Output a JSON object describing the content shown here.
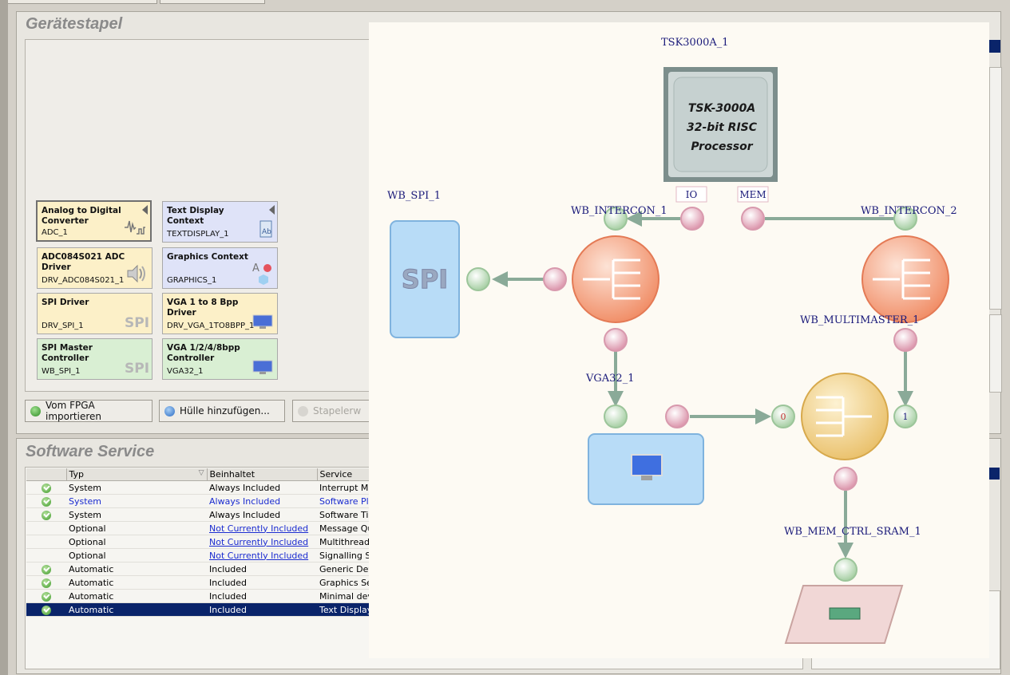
{
  "tabs": [
    "",
    ""
  ],
  "top_panel": {
    "title": "Gerätestapel",
    "tiles": [
      {
        "title": "Analog to Digital Converter",
        "id": "ADC_1",
        "icon": "waveform-icon"
      },
      {
        "title": "Text Display Context",
        "id": "TEXTDISPLAY_1",
        "icon": "text-document-icon"
      },
      {
        "title": "ADC084S021 ADC Driver",
        "id": "DRV_ADC084S021_1",
        "icon": "speaker-icon"
      },
      {
        "title": "Graphics Context",
        "id": "GRAPHICS_1",
        "icon": "shapes-icon"
      },
      {
        "title": "SPI Driver",
        "id": "DRV_SPI_1",
        "icon": "spi-icon"
      },
      {
        "title": "VGA 1 to 8 Bpp Driver",
        "id": "DRV_VGA_1TO8BPP_1",
        "icon": "monitor-icon"
      },
      {
        "title": "SPI Master Controller",
        "id": "WB_SPI_1",
        "icon": "spi-icon"
      },
      {
        "title": "VGA 1/2/4/8bpp Controller",
        "id": "VGA32_1",
        "icon": "monitor-icon"
      }
    ],
    "buttons": {
      "import": "Vom FPGA importieren",
      "add_shell": "Hülle hinzufügen...",
      "extend": "Stapelerw"
    }
  },
  "bottom_panel": {
    "title": "Software Service",
    "columns": [
      "",
      "Typ",
      "Beinhaltet",
      "Service"
    ],
    "rows": [
      {
        "check": true,
        "typ": "System",
        "beinhaltet": "Always Included",
        "service": "Interrupt Ma",
        "link": false,
        "style": "normal"
      },
      {
        "check": true,
        "typ": "System",
        "beinhaltet": "Always Included",
        "service": "Software Pla",
        "link": false,
        "style": "blue"
      },
      {
        "check": true,
        "typ": "System",
        "beinhaltet": "Always Included",
        "service": "Software Tin",
        "link": false,
        "style": "normal"
      },
      {
        "check": false,
        "typ": "Optional",
        "beinhaltet": "Not Currently Included",
        "service": "Message Qu",
        "link": true,
        "style": "normal"
      },
      {
        "check": false,
        "typ": "Optional",
        "beinhaltet": "Not Currently Included",
        "service": "Multithreadin",
        "link": true,
        "style": "normal"
      },
      {
        "check": false,
        "typ": "Optional",
        "beinhaltet": "Not Currently Included",
        "service": "Signalling Su",
        "link": true,
        "style": "normal"
      },
      {
        "check": true,
        "typ": "Automatic",
        "beinhaltet": "Included",
        "service": "Generic Devi",
        "link": false,
        "style": "normal"
      },
      {
        "check": true,
        "typ": "Automatic",
        "beinhaltet": "Included",
        "service": "Graphics Ser",
        "link": false,
        "style": "normal"
      },
      {
        "check": true,
        "typ": "Automatic",
        "beinhaltet": "Included",
        "service": "Minimal devf",
        "link": false,
        "style": "normal"
      },
      {
        "check": true,
        "typ": "Automatic",
        "beinhaltet": "Included",
        "service": "Text Display",
        "link": false,
        "style": "selected"
      }
    ]
  },
  "diagram": {
    "processor_name": "TSK3000A_1",
    "processor_lines": [
      "TSK-3000A",
      "32-bit RISC",
      "Processor"
    ],
    "port_io": "IO",
    "port_mem": "MEM",
    "spi_name": "WB_SPI_1",
    "spi_text": "SPI",
    "intercon1": "WB_INTERCON_1",
    "intercon2": "WB_INTERCON_2",
    "multimaster": "WB_MULTIMASTER_1",
    "vga_name": "VGA32_1",
    "mem_ctrl": "WB_MEM_CTRL_SRAM_1",
    "mm_port0": "0",
    "mm_port1": "1",
    "colors": {
      "processor": "#c9d3d3",
      "intercon": "#f6a584",
      "multimaster": "#f3d48e",
      "peripheral": "#b8dcf7",
      "pin_master": "#e9b7c5",
      "pin_slave": "#c9e4c6",
      "wire": "#8aaa98"
    }
  }
}
